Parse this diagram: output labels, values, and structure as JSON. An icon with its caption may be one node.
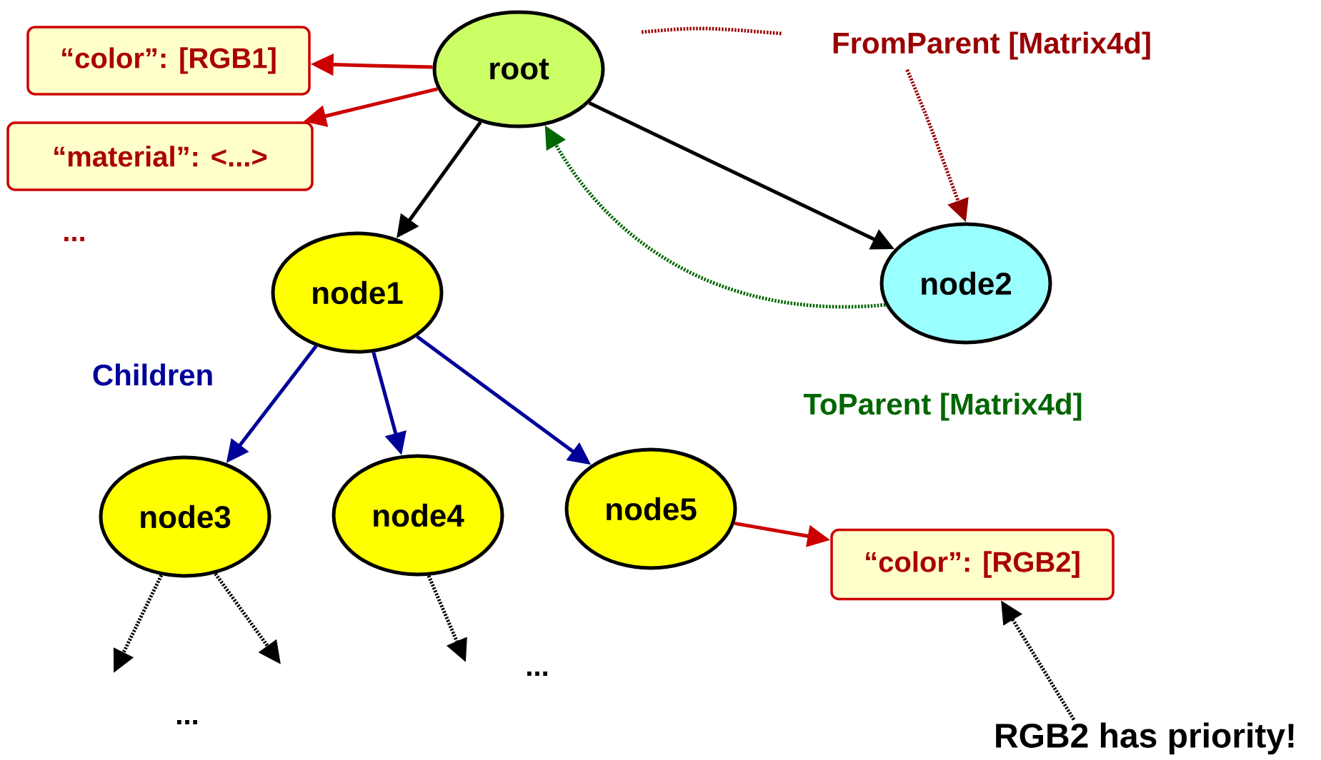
{
  "diagram": {
    "nodes": [
      {
        "text": [
          "root"
        ]
      },
      {
        "text": [
          "“color”: [RGB1]"
        ]
      },
      {
        "text": [
          "“material”: <...>"
        ]
      },
      {
        "text": [
          "node1"
        ]
      },
      {
        "text": [
          "node2"
        ]
      },
      {
        "text": [
          "node3"
        ]
      },
      {
        "text": [
          "node4"
        ]
      },
      {
        "text": [
          "node5"
        ]
      },
      {
        "text": [
          "“color”: [RGB2]"
        ]
      },
      {
        "text": [
          "RGB2 has priority!"
        ]
      },
      {
        "text": [
          "FromParent [Matrix4d]"
        ]
      }
    ],
    "edges": [
      {
        "from": 0,
        "to": 1,
        "arrow": "to",
        "color": "#cc0000"
      },
      {
        "from": 0,
        "to": 2,
        "arrow": "to",
        "color": "#cc0000"
      },
      {
        "from": 0,
        "to": 3,
        "arrow": "to"
      },
      {
        "from": 0,
        "to": 4,
        "arrow": "to"
      },
      {
        "from": 3,
        "to": 5,
        "arrow": "to",
        "color": "#000099"
      },
      {
        "from": 3,
        "to": 6,
        "arrow": "to",
        "color": "#000099"
      },
      {
        "from": 3,
        "to": 7,
        "arrow": "to",
        "color": "#000099"
      },
      {
        "from": 7,
        "to": 8,
        "arrow": "to",
        "color": "#cc0000"
      },
      {
        "from": 9,
        "to": 8,
        "arrow": "to",
        "style": "dashed"
      },
      {
        "from": 10,
        "to": 4,
        "arrow": "to",
        "style": "dashed",
        "color": "#990000"
      },
      {
        "from": 4,
        "to": 0,
        "arrow": "to",
        "style": "dashed",
        "color": "#006600"
      },
      {
        "from": 5,
        "to": null,
        "arrow": "to",
        "style": "dashed"
      },
      {
        "from": 5,
        "to": null,
        "arrow": "to",
        "style": "dashed"
      },
      {
        "from": 6,
        "to": null,
        "arrow": "to",
        "style": "dashed"
      }
    ],
    "labels": [
      "...",
      "Children",
      "ToParent [Matrix4d]",
      "...",
      "..."
    ]
  }
}
